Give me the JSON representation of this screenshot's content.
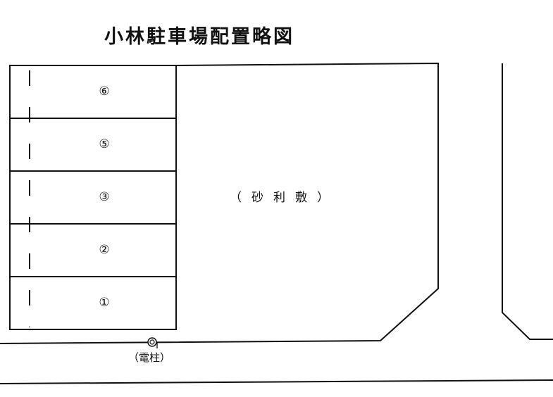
{
  "title": "小林駐車場配置略図",
  "parking_spaces": [
    {
      "number": "⑥",
      "label": "⑥"
    },
    {
      "number": "⑤",
      "label": "⑤"
    },
    {
      "number": "③",
      "label": "③"
    },
    {
      "number": "②",
      "label": "②"
    },
    {
      "number": "①",
      "label": "①"
    }
  ],
  "gravel_area_label": "（砂利敷）",
  "utility_pole": {
    "symbol": "◎",
    "label": "（電柱）"
  },
  "colors": {
    "line": "#111111",
    "background": "#ffffff"
  }
}
